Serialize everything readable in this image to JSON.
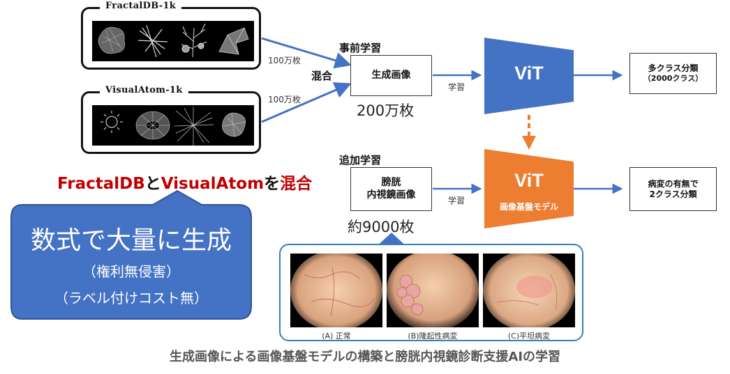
{
  "datasets": {
    "fractal": {
      "title": "FractalDB-1k",
      "count": "100万枚"
    },
    "visualatom": {
      "title": "VisualAtom-1k",
      "count": "100万枚"
    }
  },
  "mix_label": "混合",
  "pretrain": {
    "label": "事前学習",
    "box_text": "生成画像",
    "count": "200万枚",
    "arrow_label": "学習",
    "model": "ViT",
    "output": {
      "line1": "多クラス分類",
      "line2": "（2000クラス）"
    }
  },
  "finetune": {
    "label": "追加学習",
    "box_line1": "膀胱",
    "box_line2": "内視鏡画像",
    "count": "約9000枚",
    "arrow_label": "学習",
    "model": "ViT",
    "model_sub": "画像基盤モデル",
    "output": {
      "line1": "病変の有無で",
      "line2": "2クラス分類"
    }
  },
  "headline": {
    "part1": "FractalDB",
    "part2": "と",
    "part3": "VisualAtom",
    "part4": "を",
    "part5": "混合"
  },
  "bubble": {
    "line1": "数式で大量に生成",
    "line2": "（権利無侵害）",
    "line3": "（ラベル付けコスト無）"
  },
  "endoscopy": [
    {
      "caption": "(A) 正常"
    },
    {
      "caption": "(B)隆起性病変"
    },
    {
      "caption": "(C)平坦病変"
    }
  ],
  "footer": "生成画像による画像基盤モデルの構築と膀胱内視鏡診断支援AIの学習",
  "colors": {
    "blue": "#4472c4",
    "orange": "#ed7d31",
    "red": "#c00000",
    "frame_blue": "#3a7dbf"
  }
}
